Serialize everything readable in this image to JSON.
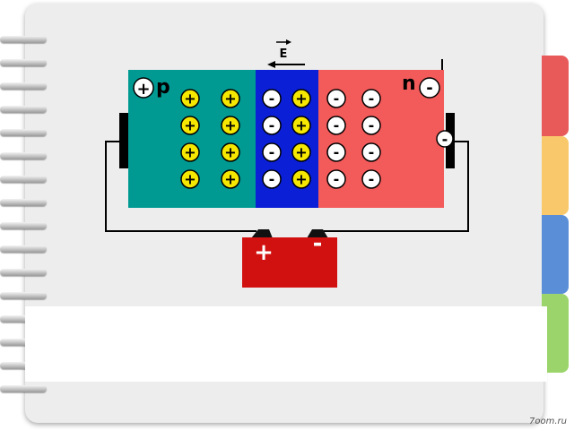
{
  "diagram": {
    "p_label": "p",
    "n_label": "n",
    "field_label": "E",
    "battery_plus": "+",
    "battery_minus": "-",
    "left_terminal_sign": "+",
    "right_terminal_sign": "-",
    "p_region_charges": {
      "sign": "+",
      "rows": 4,
      "cols": 2
    },
    "depletion_negative": {
      "sign": "-",
      "rows": 4,
      "cols": 1
    },
    "depletion_positive": {
      "sign": "+",
      "rows": 4,
      "cols": 1
    },
    "n_region_charges": {
      "sign": "-",
      "rows": 4,
      "cols": 2
    }
  },
  "colors": {
    "p_region": "#009a93",
    "depletion": "#0a1fd6",
    "n_region": "#f35a5a",
    "battery": "#d11010",
    "ion_positive": "#f5e700",
    "ion_negative": "#ffffff"
  },
  "watermark": "7oom.ru"
}
